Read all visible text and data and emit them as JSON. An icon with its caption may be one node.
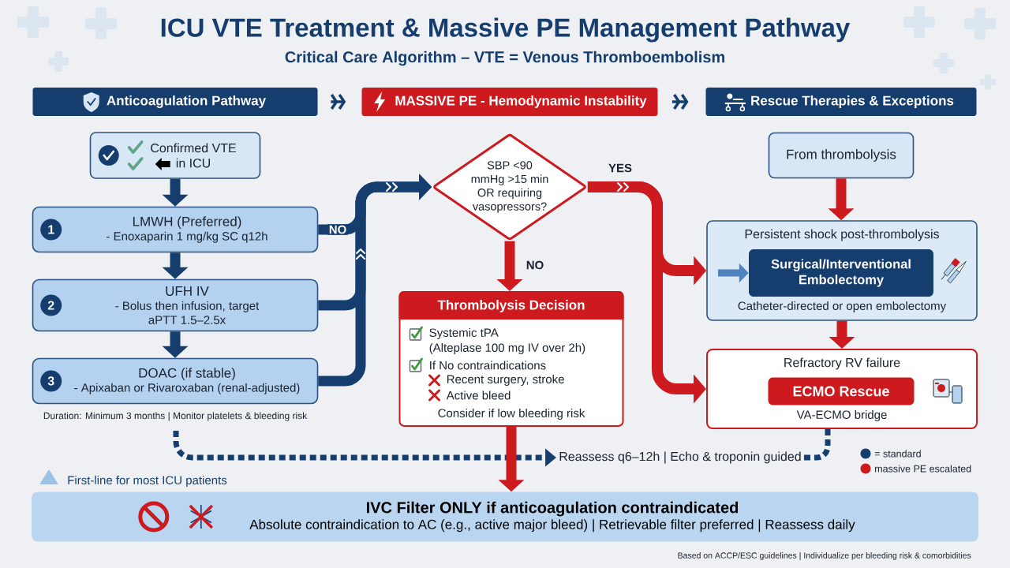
{
  "diagram": {
    "title": "ICU VTE Treatment & Massive PE Management Pathway",
    "nodes": [
      {
        "text": [
          "Anticoagulation Pathway"
        ]
      },
      {
        "text": [
          "MASSIVE PE - Hemodynamic Instability"
        ]
      },
      {
        "text": [
          "Rescue Therapies & Exceptions"
        ]
      },
      {
        "text": [
          "Confirmed VTE in ICU"
        ]
      },
      {
        "text": [
          "1",
          "LMWH (Preferred)",
          "- Enoxaparin 1 mg/kg SC q12h"
        ]
      },
      {
        "text": [
          "2",
          "UFH IV",
          "- Bolus then infusion, target aPTT 1.5–2.5x"
        ]
      },
      {
        "text": [
          "3",
          "DOAC (if stable)",
          "- Apixaban or Rivaroxaban (renal-adjusted)"
        ]
      },
      {
        "text": [
          "SBP <90 mmHg >15 min OR requiring vasopressors?"
        ]
      },
      {
        "text": [
          "Thrombolysis Decision",
          "Systemic tPA",
          "(Alteplase 100 mg IV over 2h)",
          "If No contraindications",
          "Recent surgery, stroke",
          "Active bleed",
          "Consider if low bleeding risk"
        ]
      },
      {
        "text": [
          "From thrombolysis"
        ]
      },
      {
        "text": [
          "Persistent shock post-thrombolysis",
          "Catheter-directed or open embolectomy"
        ]
      },
      {
        "text": [
          "Surgical/Interventional Embolectomy"
        ],
        "in": 10
      },
      {
        "text": [
          "Refractory RV failure",
          "VA-ECMO bridge"
        ]
      },
      {
        "text": [
          "ECMO Rescue"
        ],
        "in": 12
      },
      {
        "text": [
          "IVC Filter ONLY if anticoagulation contraindicated",
          "Absolute contraindication to AC (e.g., active major bleed) | Retrievable filter preferred | Reassess daily"
        ]
      },
      {
        "text": [
          "Reassess q6–12h | Echo & troponin guided"
        ]
      }
    ],
    "edges": [
      {
        "from": 0,
        "to": 1,
        "arrow": "to"
      },
      {
        "from": 1,
        "to": 2,
        "arrow": "to"
      },
      {
        "from": 3,
        "to": 4,
        "arrow": "to"
      },
      {
        "from": 4,
        "to": 5,
        "arrow": "to"
      },
      {
        "from": 5,
        "to": 6,
        "arrow": "to"
      },
      {
        "from": 4,
        "to": 7,
        "arrow": "to",
        "label": "NO"
      },
      {
        "from": 5,
        "to": 7,
        "arrow": "to"
      },
      {
        "from": 6,
        "to": 7,
        "arrow": "to"
      },
      {
        "from": 7,
        "to": 8,
        "arrow": "to",
        "label": "NO",
        "color": "#cc1a1f"
      },
      {
        "from": 7,
        "to": 10,
        "arrow": "to",
        "label": "YES",
        "color": "#cc1a1f"
      },
      {
        "from": 7,
        "to": 12,
        "arrow": "to",
        "color": "#cc1a1f"
      },
      {
        "from": 9,
        "to": 10,
        "arrow": "to",
        "color": "#cc1a1f"
      },
      {
        "from": 10,
        "to": 12,
        "arrow": "to",
        "color": "#cc1a1f"
      },
      {
        "from": 8,
        "to": 14,
        "arrow": "to",
        "color": "#cc1a1f"
      },
      {
        "from": null,
        "to": 11,
        "arrow": "to",
        "color": "#4f82be"
      },
      {
        "from": null,
        "to": 15,
        "arrow": "to",
        "style": "dashed"
      },
      {
        "from": 15,
        "to": 12,
        "arrow": "none",
        "style": "dashed"
      }
    ],
    "labels": [
      "Critical Care Algorithm – VTE = Venous Thromboembolism",
      "Duration: Minimum 3 months | Monitor platelets & bleeding risk",
      "First-line for most ICU patients",
      "Based on ACCP/ESC guidelines | Individualize per bleeding risk & comorbidities"
    ],
    "legend": [
      {
        "text": "= standard",
        "color": "#153e6e"
      },
      {
        "text": "massive PE escalated",
        "color": "#cc1a1f"
      }
    ]
  }
}
